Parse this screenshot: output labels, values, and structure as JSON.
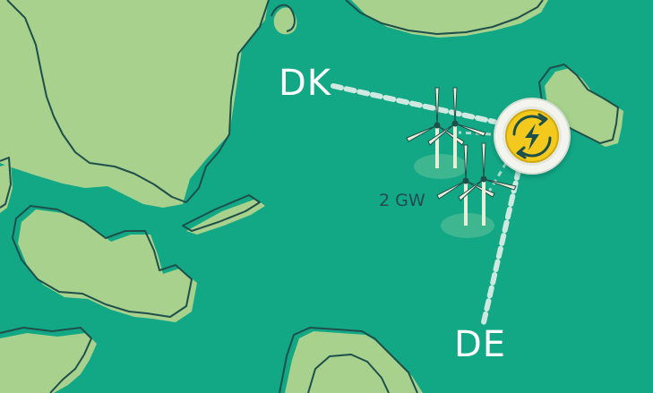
{
  "labels": {
    "denmark": "DK",
    "germany": "DE",
    "capacity": "2 GW"
  },
  "colors": {
    "sea": "#12a886",
    "land": "#a7d18d",
    "coastline": "#1f4f4a",
    "cable": "#cfe9e0",
    "hub_ring": "#f4f4ee",
    "hub_core": "#f2c91c",
    "turbine": "#e9eed9"
  },
  "icons": {
    "hub": "power-hub-icon",
    "turbine": "wind-turbine-icon"
  }
}
